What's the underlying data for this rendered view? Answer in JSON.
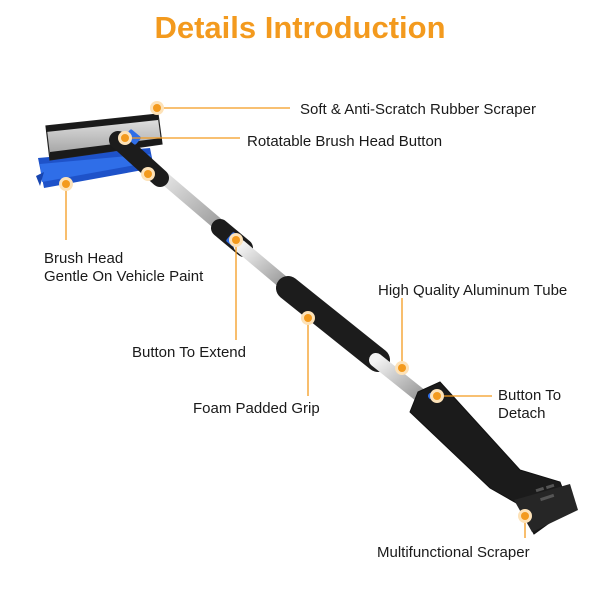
{
  "title": "Details Introduction",
  "accent_color": "#f39a1e",
  "labels": {
    "rubber_scraper": "Soft & Anti-Scratch Rubber Scraper",
    "rotatable_button": "Rotatable Brush Head Button",
    "brush_head_line1": "Brush Head",
    "brush_head_line2": "Gentle On Vehicle Paint",
    "aluminum_tube": "High Quality Aluminum Tube",
    "button_extend": "Button To Extend",
    "button_detach_line1": "Button To",
    "button_detach_line2": "Detach",
    "foam_grip": "Foam Padded Grip",
    "multi_scraper": "Multifunctional Scraper"
  }
}
